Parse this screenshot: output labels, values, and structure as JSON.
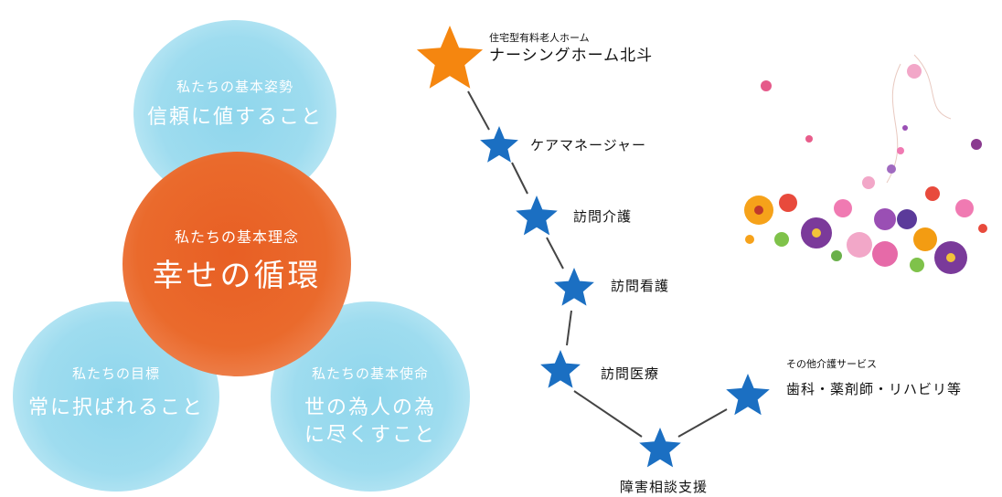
{
  "philosophy": {
    "stance": {
      "small": "私たちの基本姿勢",
      "big": "信頼に値すること"
    },
    "core": {
      "small": "私たちの基本理念",
      "big": "幸せの循環"
    },
    "goal": {
      "small": "私たちの目標",
      "big": "常に択ばれること"
    },
    "mission": {
      "small": "私たちの基本使命",
      "big_line1": "世の為人の為",
      "big_line2": "に尽くすこと"
    }
  },
  "path": {
    "nodes": [
      {
        "sub": "住宅型有料老人ホーム",
        "label": "ナーシングホーム北斗",
        "color": "#f5860f"
      },
      {
        "label": "ケアマネージャー",
        "color": "#1b6fc2"
      },
      {
        "label": "訪問介護",
        "color": "#1b6fc2"
      },
      {
        "label": "訪問看護",
        "color": "#1b6fc2"
      },
      {
        "label": "訪問医療",
        "color": "#1b6fc2"
      },
      {
        "label": "障害相談支援",
        "color": "#1b6fc2"
      },
      {
        "sub": "その他介護サービス",
        "label": "歯科・薬剤師・リハビリ等",
        "color": "#1b6fc2"
      }
    ]
  },
  "colors": {
    "blue_circle": "#9edcef",
    "orange_circle": "#e8622a",
    "line": "#444444"
  }
}
